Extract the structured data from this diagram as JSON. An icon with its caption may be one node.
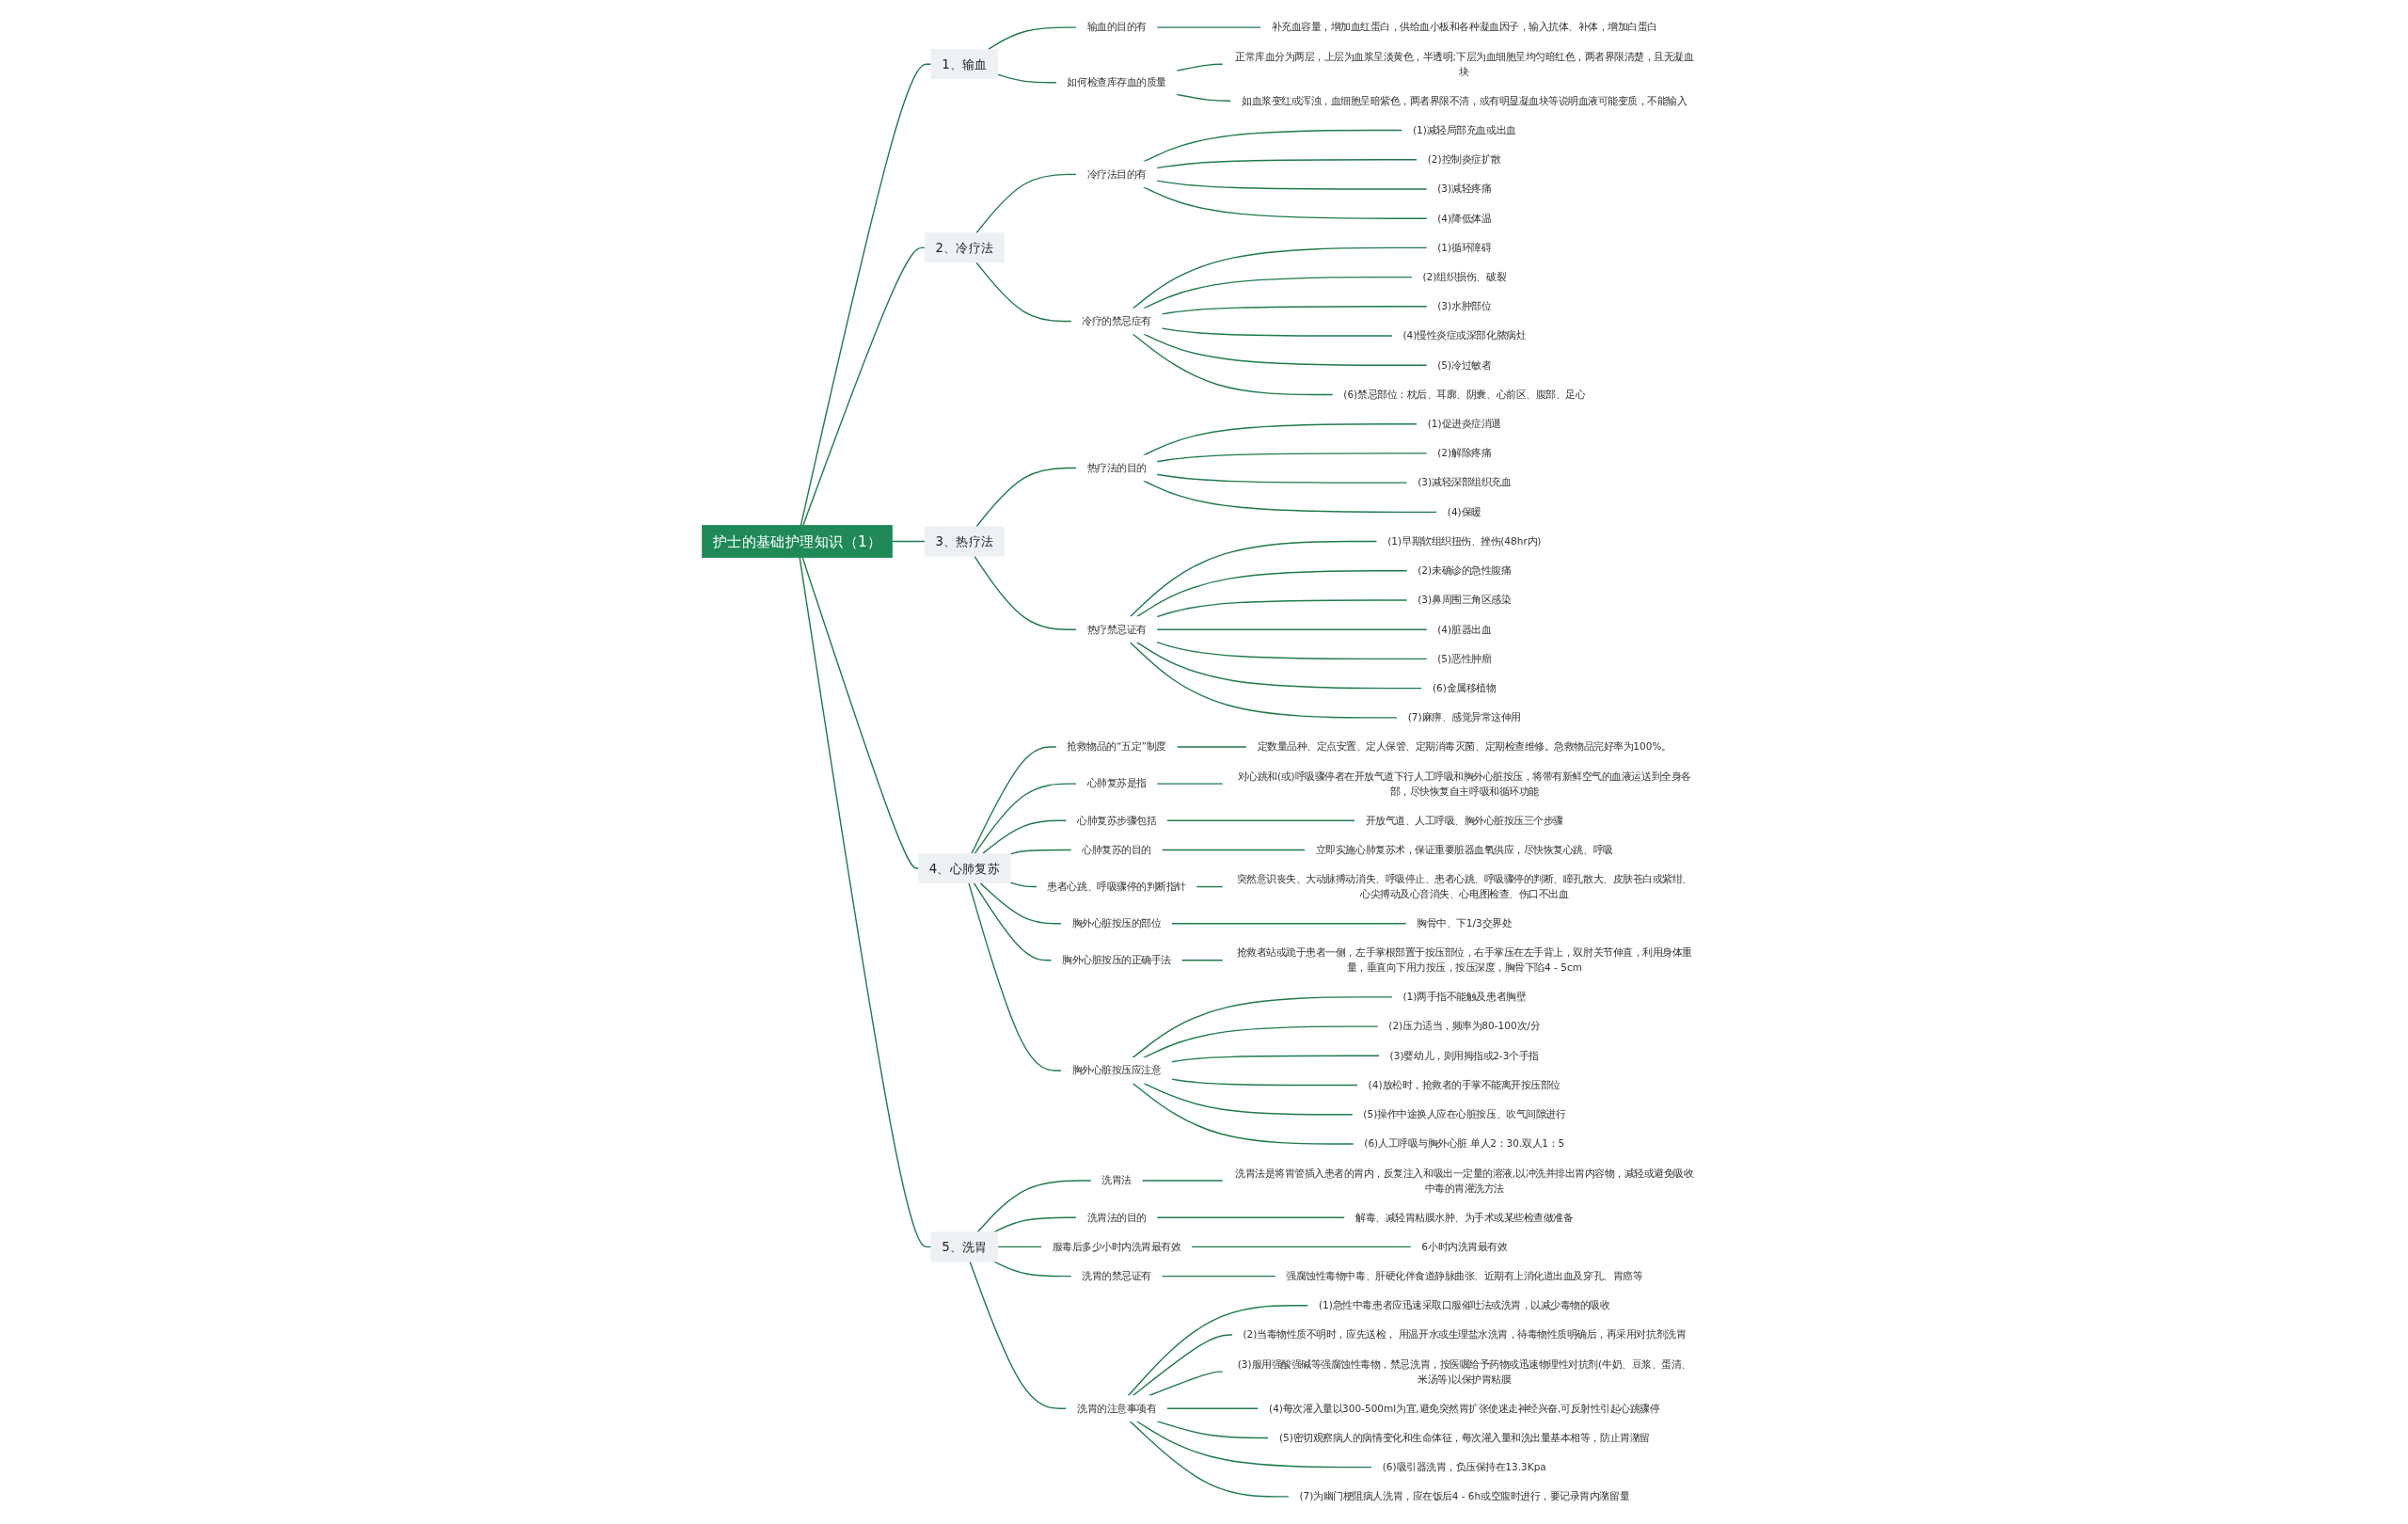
{
  "diagram": {
    "nodes": [
      {
        "text": [
          "护士的基础护理知识（1）"
        ]
      },
      {
        "text": [
          "1、输血"
        ]
      },
      {
        "text": [
          "输血的目的有"
        ]
      },
      {
        "text": [
          "补充血容量，增加血红蛋白，供给血小板和各种凝血因子，输入抗体、补体，增加白蛋白"
        ]
      },
      {
        "text": [
          "如何检查库存血的质量"
        ]
      },
      {
        "text": [
          "正常库血分为两层，上层为血浆呈淡黄色，半透明;下层为血细胞呈均匀暗红色，两者界限清楚，且无凝血块"
        ]
      },
      {
        "text": [
          "如血浆变红或浑浊，血细胞呈暗紫色，两者界限不清，或有明显凝血块等说明血液可能变质，不能输入"
        ]
      },
      {
        "text": [
          "2、冷疗法"
        ]
      },
      {
        "text": [
          "冷疗法目的有"
        ]
      },
      {
        "text": [
          "(1)减轻局部充血或出血"
        ]
      },
      {
        "text": [
          "(2)控制炎症扩散"
        ]
      },
      {
        "text": [
          "(3)减轻疼痛"
        ]
      },
      {
        "text": [
          "(4)降低体温"
        ]
      },
      {
        "text": [
          "冷疗的禁忌症有"
        ]
      },
      {
        "text": [
          "(1)循环障碍"
        ]
      },
      {
        "text": [
          "(2)组织损伤、破裂"
        ]
      },
      {
        "text": [
          "(3)水肿部位"
        ]
      },
      {
        "text": [
          "(4)慢性炎症或深部化脓病灶"
        ]
      },
      {
        "text": [
          "(5)冷过敏者"
        ]
      },
      {
        "text": [
          "(6)禁忌部位：枕后、耳廓、阴囊、心前区、腹部、足心"
        ]
      },
      {
        "text": [
          "3、热疗法"
        ]
      },
      {
        "text": [
          "热疗法的目的"
        ]
      },
      {
        "text": [
          "(1)促进炎症消退"
        ]
      },
      {
        "text": [
          "(2)解除疼痛"
        ]
      },
      {
        "text": [
          "(3)减轻深部组织充血"
        ]
      },
      {
        "text": [
          "(4)保暖"
        ]
      },
      {
        "text": [
          "热疗禁忌证有"
        ]
      },
      {
        "text": [
          "(1)早期软组织扭伤、挫伤(48hr内)"
        ]
      },
      {
        "text": [
          "(2)未确诊的急性腹痛"
        ]
      },
      {
        "text": [
          "(3)鼻周围三角区感染"
        ]
      },
      {
        "text": [
          "(4)脏器出血"
        ]
      },
      {
        "text": [
          "(5)恶性肿瘤"
        ]
      },
      {
        "text": [
          "(6)金属移植物"
        ]
      },
      {
        "text": [
          "(7)麻痹、感觉异常这伸用"
        ]
      },
      {
        "text": [
          "4、心肺复苏"
        ]
      },
      {
        "text": [
          "抢救物品的“五定”制度"
        ]
      },
      {
        "text": [
          "定数量品种、定点安置、定人保管、定期消毒灭菌、定期检查维修。急救物品完好率为100%。"
        ]
      },
      {
        "text": [
          "心肺复苏是指"
        ]
      },
      {
        "text": [
          "对心跳和(或)呼吸骤停者在开放气道下行人工呼吸和胸外心脏按压，将带有新鲜空气的血液运送到全身各部，尽快恢复自主呼吸和循环功能"
        ]
      },
      {
        "text": [
          "心肺复苏步骤包括"
        ]
      },
      {
        "text": [
          "开放气道、人工呼吸、胸外心脏按压三个步骤"
        ]
      },
      {
        "text": [
          "心肺复苏的目的"
        ]
      },
      {
        "text": [
          "立即实施心肺复苏术，保证重要脏器血氧供应，尽快恢复心跳、呼吸"
        ]
      },
      {
        "text": [
          "患者心跳、呼吸骤停的判断指针"
        ]
      },
      {
        "text": [
          "突然意识丧失、大动脉搏动消失、呼吸停止、患者心跳、呼吸骤停的判断、瞳孔散大、皮肤苍白或紫绀、心尖搏动及心音消失、心电图检查、伤口不出血"
        ]
      },
      {
        "text": [
          "胸外心脏按压的部位"
        ]
      },
      {
        "text": [
          "胸骨中、下1/3交界处"
        ]
      },
      {
        "text": [
          "胸外心脏按压的正确手法"
        ]
      },
      {
        "text": [
          "抢救者站或跪于患者一侧，左手掌根部置于按压部位，右手掌压在左手背上，双肘关节伸直，利用身体重量，垂直向下用力按压，按压深度，胸骨下陷4 - 5cm"
        ]
      },
      {
        "text": [
          "胸外心脏按压应注意"
        ]
      },
      {
        "text": [
          "(1)两手指不能触及患者胸壁"
        ]
      },
      {
        "text": [
          "(2)压力适当，频率为80-100次/分"
        ]
      },
      {
        "text": [
          "(3)婴幼儿，则用拇指或2-3个手指"
        ]
      },
      {
        "text": [
          "(4)放松时，抢救者的手掌不能离开按压部位"
        ]
      },
      {
        "text": [
          "(5)操作中途换人应在心脏按压、吹气间隙进行"
        ]
      },
      {
        "text": [
          "(6)人工呼吸与胸外心脏 单人2：30.双人1：5"
        ]
      },
      {
        "text": [
          "5、洗胃"
        ]
      },
      {
        "text": [
          "洗胃法"
        ]
      },
      {
        "text": [
          "洗胃法是将胃管插入患者的胃内，反复注入和吸出一定量的溶液,以冲洗并排出胃内容物，减轻或避免吸收中毒的胃灌洗方法"
        ]
      },
      {
        "text": [
          "洗胃法的目的"
        ]
      },
      {
        "text": [
          "解毒、减轻胃粘膜水肿、为手术或某些检查做准备"
        ]
      },
      {
        "text": [
          "服毒后多少小时内洗胃最有效"
        ]
      },
      {
        "text": [
          "6小时内洗胃最有效"
        ]
      },
      {
        "text": [
          "洗胃的禁忌证有"
        ]
      },
      {
        "text": [
          "强腐蚀性毒物中毒、肝硬化伴食道静脉曲张、近期有上消化道出血及穿孔、胃癌等"
        ]
      },
      {
        "text": [
          "洗胃的注意事项有"
        ]
      },
      {
        "text": [
          "(1)急性中毒患者应迅速采取口服催吐法或洗胃，以减少毒物的吸收"
        ]
      },
      {
        "text": [
          "(2)当毒物性质不明时，应先送检， 用温开水或生理盐水洗胃，待毒物性质明确后，再采用对抗剂洗胃"
        ]
      },
      {
        "text": [
          "(3)服用强酸强碱等强腐蚀性毒物，禁忌洗胃，按医嘱给予药物或迅速物理性对抗剂(牛奶、豆浆、蛋清、米汤等)以保护胃粘膜"
        ]
      },
      {
        "text": [
          "(4)每次灌入量以300-500ml为宜,避免突然胃扩张使迷走神经兴奋,可反射性引起心跳骤停"
        ]
      },
      {
        "text": [
          "(5)密切观察病人的病情变化和生命体征，每次灌入量和洗出量基本相等，防止胃潴留"
        ]
      },
      {
        "text": [
          "(6)吸引器洗胃，负压保持在13.3Kpa"
        ]
      },
      {
        "text": [
          "(7)为幽门梗阻病人洗胃，应在饭后4 - 6h或空腹时进行，要记录胃内潴留量"
        ]
      }
    ],
    "edges": [
      {
        "from": 0,
        "to": 1,
        "arrow": "none"
      },
      {
        "from": 1,
        "to": 2,
        "arrow": "none"
      },
      {
        "from": 2,
        "to": 3,
        "arrow": "none"
      },
      {
        "from": 1,
        "to": 4,
        "arrow": "none"
      },
      {
        "from": 4,
        "to": 5,
        "arrow": "none"
      },
      {
        "from": 4,
        "to": 6,
        "arrow": "none"
      },
      {
        "from": 0,
        "to": 7,
        "arrow": "none"
      },
      {
        "from": 7,
        "to": 8,
        "arrow": "none"
      },
      {
        "from": 8,
        "to": 9,
        "arrow": "none"
      },
      {
        "from": 8,
        "to": 10,
        "arrow": "none"
      },
      {
        "from": 8,
        "to": 11,
        "arrow": "none"
      },
      {
        "from": 8,
        "to": 12,
        "arrow": "none"
      },
      {
        "from": 7,
        "to": 13,
        "arrow": "none"
      },
      {
        "from": 13,
        "to": 14,
        "arrow": "none"
      },
      {
        "from": 13,
        "to": 15,
        "arrow": "none"
      },
      {
        "from": 13,
        "to": 16,
        "arrow": "none"
      },
      {
        "from": 13,
        "to": 17,
        "arrow": "none"
      },
      {
        "from": 13,
        "to": 18,
        "arrow": "none"
      },
      {
        "from": 13,
        "to": 19,
        "arrow": "none"
      },
      {
        "from": 0,
        "to": 20,
        "arrow": "none"
      },
      {
        "from": 20,
        "to": 21,
        "arrow": "none"
      },
      {
        "from": 21,
        "to": 22,
        "arrow": "none"
      },
      {
        "from": 21,
        "to": 23,
        "arrow": "none"
      },
      {
        "from": 21,
        "to": 24,
        "arrow": "none"
      },
      {
        "from": 21,
        "to": 25,
        "arrow": "none"
      },
      {
        "from": 20,
        "to": 26,
        "arrow": "none"
      },
      {
        "from": 26,
        "to": 27,
        "arrow": "none"
      },
      {
        "from": 26,
        "to": 28,
        "arrow": "none"
      },
      {
        "from": 26,
        "to": 29,
        "arrow": "none"
      },
      {
        "from": 26,
        "to": 30,
        "arrow": "none"
      },
      {
        "from": 26,
        "to": 31,
        "arrow": "none"
      },
      {
        "from": 26,
        "to": 32,
        "arrow": "none"
      },
      {
        "from": 26,
        "to": 33,
        "arrow": "none"
      },
      {
        "from": 0,
        "to": 34,
        "arrow": "none"
      },
      {
        "from": 34,
        "to": 35,
        "arrow": "none"
      },
      {
        "from": 35,
        "to": 36,
        "arrow": "none"
      },
      {
        "from": 34,
        "to": 37,
        "arrow": "none"
      },
      {
        "from": 37,
        "to": 38,
        "arrow": "none"
      },
      {
        "from": 34,
        "to": 39,
        "arrow": "none"
      },
      {
        "from": 39,
        "to": 40,
        "arrow": "none"
      },
      {
        "from": 34,
        "to": 41,
        "arrow": "none"
      },
      {
        "from": 41,
        "to": 42,
        "arrow": "none"
      },
      {
        "from": 34,
        "to": 43,
        "arrow": "none"
      },
      {
        "from": 43,
        "to": 44,
        "arrow": "none"
      },
      {
        "from": 34,
        "to": 45,
        "arrow": "none"
      },
      {
        "from": 45,
        "to": 46,
        "arrow": "none"
      },
      {
        "from": 34,
        "to": 47,
        "arrow": "none"
      },
      {
        "from": 47,
        "to": 48,
        "arrow": "none"
      },
      {
        "from": 34,
        "to": 49,
        "arrow": "none"
      },
      {
        "from": 49,
        "to": 50,
        "arrow": "none"
      },
      {
        "from": 49,
        "to": 51,
        "arrow": "none"
      },
      {
        "from": 49,
        "to": 52,
        "arrow": "none"
      },
      {
        "from": 49,
        "to": 53,
        "arrow": "none"
      },
      {
        "from": 49,
        "to": 54,
        "arrow": "none"
      },
      {
        "from": 49,
        "to": 55,
        "arrow": "none"
      },
      {
        "from": 0,
        "to": 56,
        "arrow": "none"
      },
      {
        "from": 56,
        "to": 57,
        "arrow": "none"
      },
      {
        "from": 57,
        "to": 58,
        "arrow": "none"
      },
      {
        "from": 56,
        "to": 59,
        "arrow": "none"
      },
      {
        "from": 59,
        "to": 60,
        "arrow": "none"
      },
      {
        "from": 56,
        "to": 61,
        "arrow": "none"
      },
      {
        "from": 61,
        "to": 62,
        "arrow": "none"
      },
      {
        "from": 56,
        "to": 63,
        "arrow": "none"
      },
      {
        "from": 63,
        "to": 64,
        "arrow": "none"
      },
      {
        "from": 56,
        "to": 65,
        "arrow": "none"
      },
      {
        "from": 65,
        "to": 66,
        "arrow": "none"
      },
      {
        "from": 65,
        "to": 67,
        "arrow": "none"
      },
      {
        "from": 65,
        "to": 68,
        "arrow": "none"
      },
      {
        "from": 65,
        "to": 69,
        "arrow": "none"
      },
      {
        "from": 65,
        "to": 70,
        "arrow": "none"
      },
      {
        "from": 65,
        "to": 71,
        "arrow": "none"
      },
      {
        "from": 65,
        "to": 72,
        "arrow": "none"
      }
    ]
  }
}
